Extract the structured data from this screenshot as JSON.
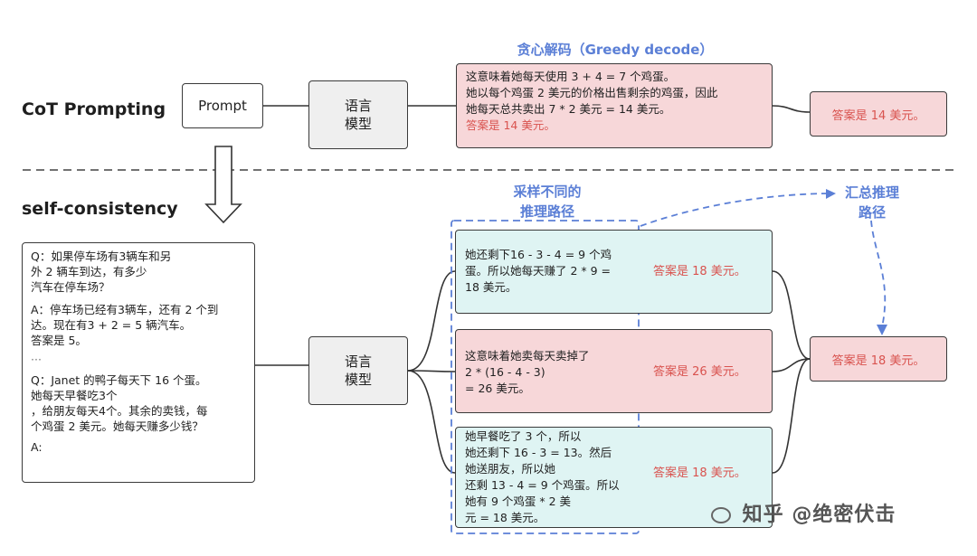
{
  "labels": {
    "cot": "CoT Prompting",
    "sc": "self-consistency",
    "greedy": "贪心解码（Greedy decode）",
    "sample_l1": "采样不同的",
    "sample_l2": "推理路径",
    "agg_l1": "汇总推理",
    "agg_l2": "路径"
  },
  "prompt_box": "Prompt",
  "lm_top": {
    "l1": "语言",
    "l2": "模型"
  },
  "lm_bottom": {
    "l1": "语言",
    "l2": "模型"
  },
  "greedy_box": {
    "l1": "这意味着她每天使用 3 + 4 = 7 个鸡蛋。",
    "l2": "她以每个鸡蛋 2 美元的价格出售剩余的鸡蛋，因此",
    "l3": "她每天总共卖出 7 * 2 美元 = 14 美元。",
    "l4": "答案是 14 美元。"
  },
  "greedy_answer": "答案是 14 美元。",
  "question_box": {
    "l1": "Q：如果停车场有3辆车和另",
    "l2": "外 2 辆车到达，有多少",
    "l3": "汽车在停车场？",
    "l4": "A：停车场已经有3辆车，还有 2 个到",
    "l5": "达。现在有3 + 2 = 5 辆汽车。",
    "l6": "答案是 5。",
    "l7": "···",
    "l8": "Q：Janet 的鸭子每天下 16 个蛋。",
    "l9": "她每天早餐吃3个",
    "l10": "，给朋友每天4个。其余的卖钱，每",
    "l11": "个鸡蛋 2 美元。她每天赚多少钱？",
    "l12": "A:"
  },
  "paths": [
    {
      "l1": "她还剩下16 - 3 - 4 = 9 个鸡",
      "l2": "蛋。所以她每天赚了 2 * 9 =",
      "l3": "18 美元。",
      "answer": "答案是 18 美元。"
    },
    {
      "l1": "这意味着她卖每天卖掉了",
      "l2": "2 * (16 - 4 - 3)",
      "l3": "= 26 美元。",
      "answer": "答案是 26 美元。"
    },
    {
      "l1": "她早餐吃了 3 个，所以",
      "l2": "她还剩下 16 - 3 = 13。然后",
      "l3": "她送朋友，所以她",
      "l4": "还剩 13 - 4 = 9 个鸡蛋。所以",
      "l5": "她有 9 个鸡蛋 * 2 美",
      "l6": "元 = 18 美元。",
      "answer": "答案是 18 美元。"
    }
  ],
  "final_answer": "答案是 18 美元。",
  "watermark": "知乎 @绝密伏击",
  "colors": {
    "pink": "#f7d7d9",
    "cyan": "#dff4f3",
    "blue": "#5b7fd6",
    "red": "#d9534f"
  }
}
